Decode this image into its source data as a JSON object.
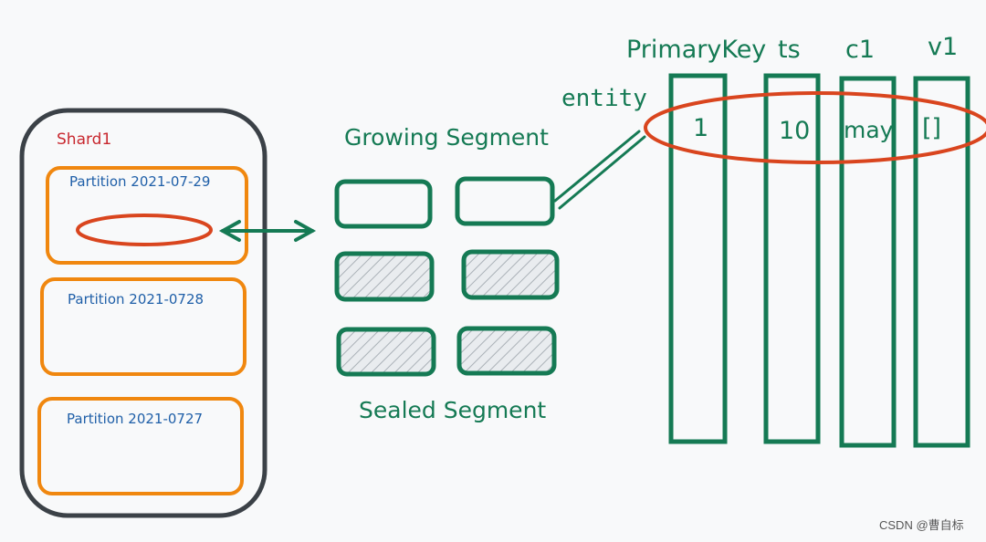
{
  "shard": {
    "title": "Shard1",
    "partitions": [
      {
        "label": "Partition 2021-07-29"
      },
      {
        "label": "Partition 2021-0728"
      },
      {
        "label": "Partition 2021-0727"
      }
    ]
  },
  "segments": {
    "growing_label": "Growing Segment",
    "sealed_label": "Sealed Segment"
  },
  "entity": {
    "label": "entity",
    "columns": [
      "PrimaryKey",
      "ts",
      "c1",
      "v1"
    ],
    "values": [
      "1",
      "10",
      "may",
      "[]"
    ]
  },
  "watermark": "CSDN @曹自标",
  "colors": {
    "shard_border": "#3b4147",
    "partition_border": "#f0870f",
    "highlight": "#d9451e",
    "segment": "#157a54",
    "shard_title": "#c8282f",
    "partition_text": "#1f5fa8",
    "background": "#f8f9fa"
  }
}
